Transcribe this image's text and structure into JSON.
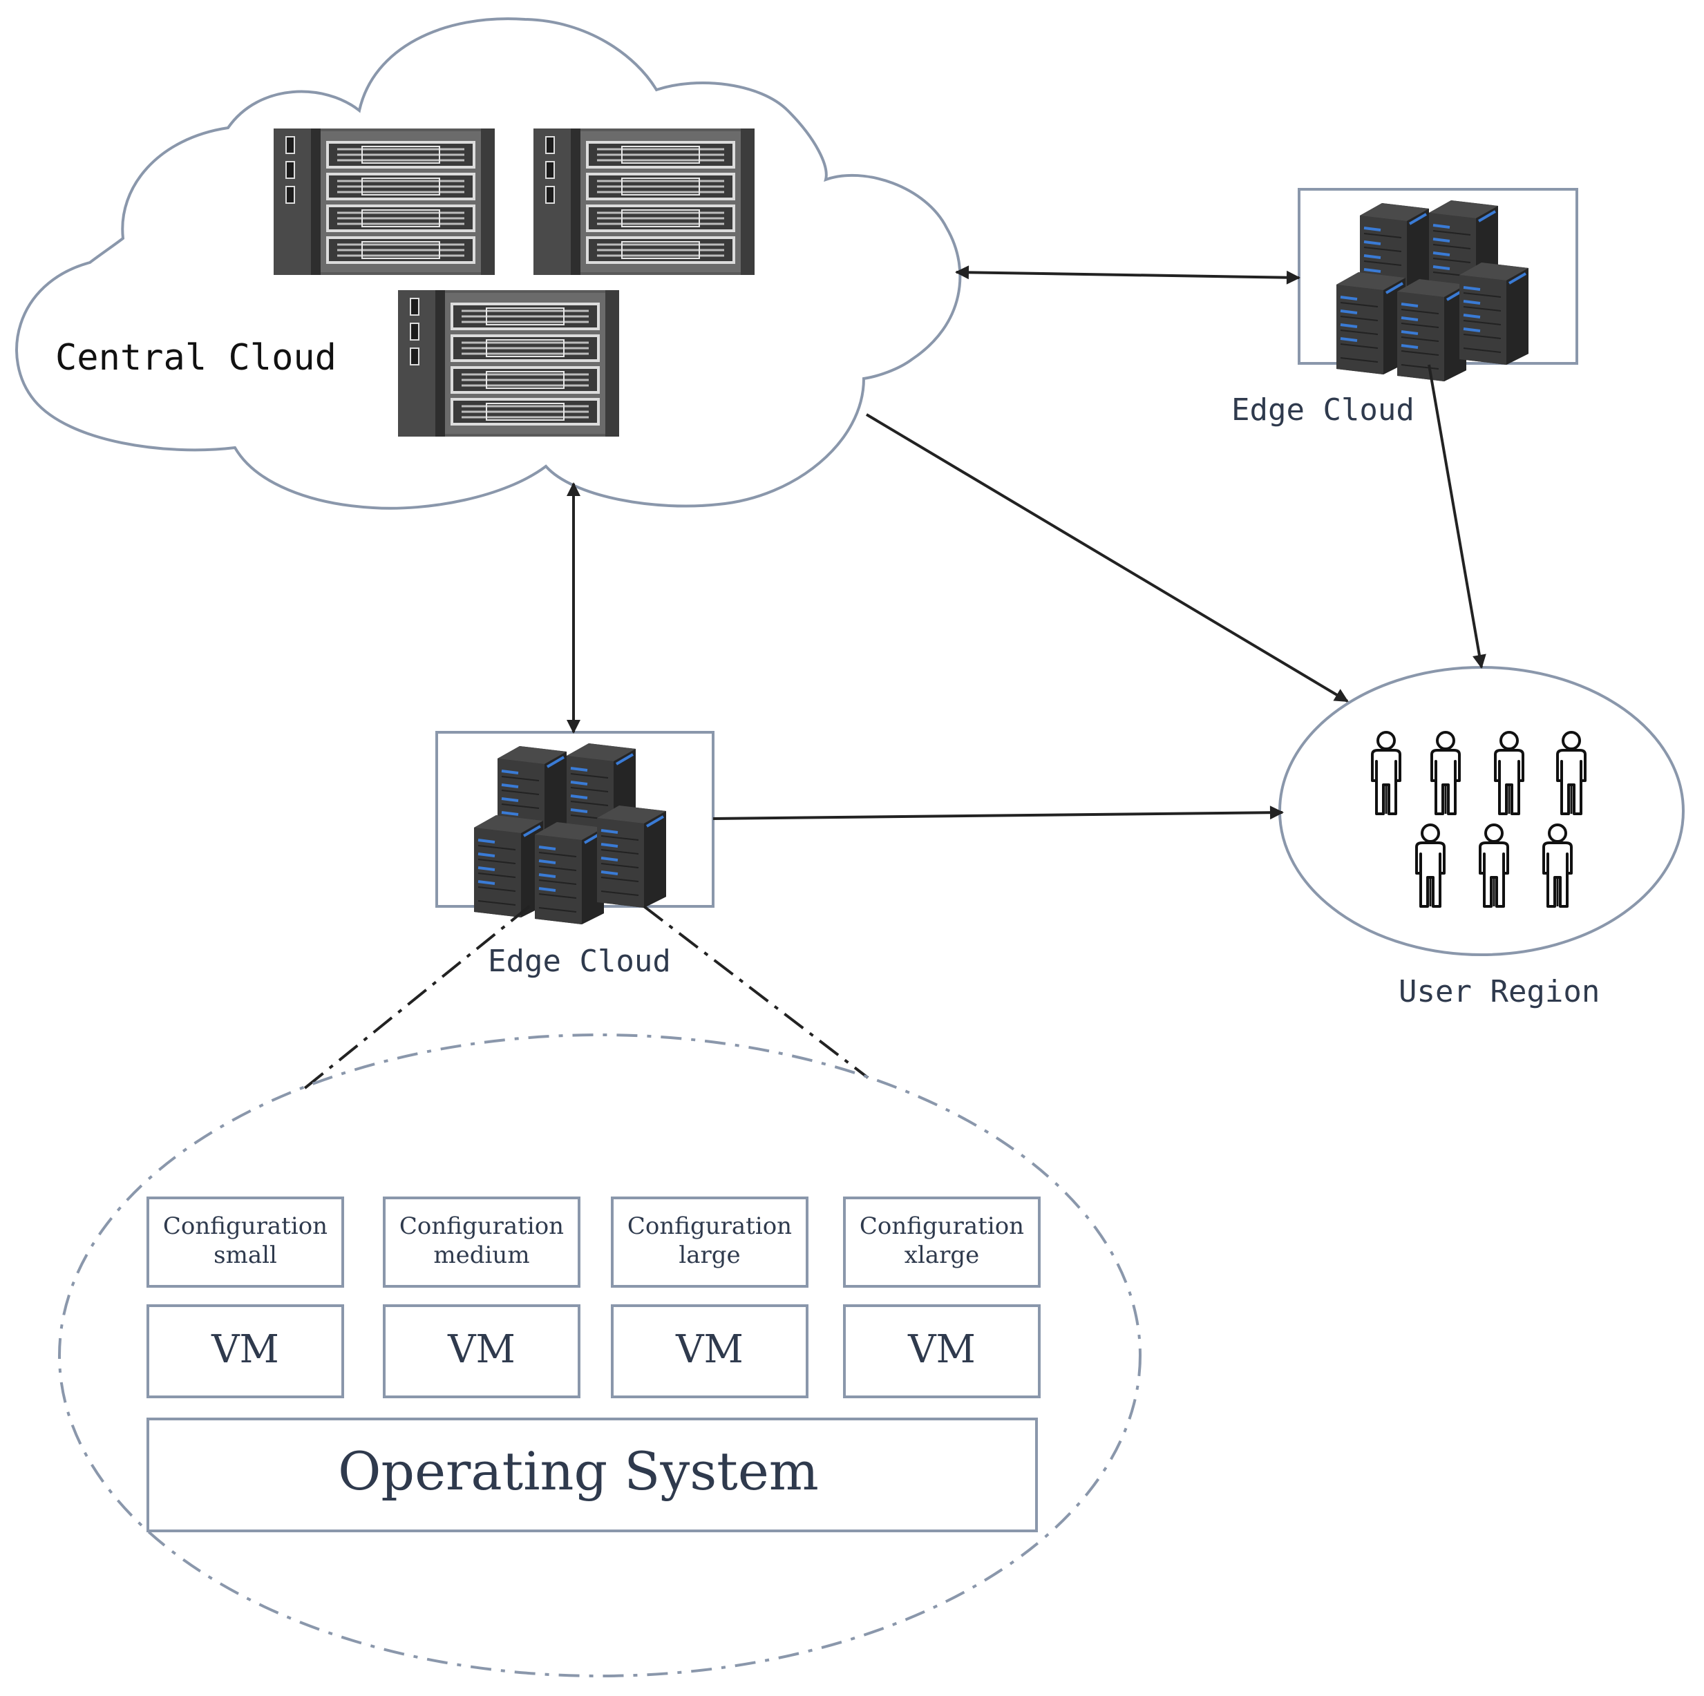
{
  "central_cloud": {
    "label": "Central Cloud"
  },
  "edge_cloud_top": {
    "label": "Edge Cloud"
  },
  "edge_cloud_bottom": {
    "label": "Edge Cloud"
  },
  "user_region": {
    "label": "User Region",
    "user_count": 7
  },
  "configurations": [
    {
      "line1": "Configuration",
      "line2": "small",
      "vm": "VM"
    },
    {
      "line1": "Configuration",
      "line2": "medium",
      "vm": "VM"
    },
    {
      "line1": "Configuration",
      "line2": "large",
      "vm": "VM"
    },
    {
      "line1": "Configuration",
      "line2": "xlarge",
      "vm": "VM"
    }
  ],
  "operating_system": {
    "label": "Operating System"
  },
  "colors": {
    "outline": "#8a97ab",
    "arrow": "#222222",
    "label": "#2f3a4d",
    "server_dark": "#3a3a3a",
    "server_accent": "#3a7bd5"
  }
}
